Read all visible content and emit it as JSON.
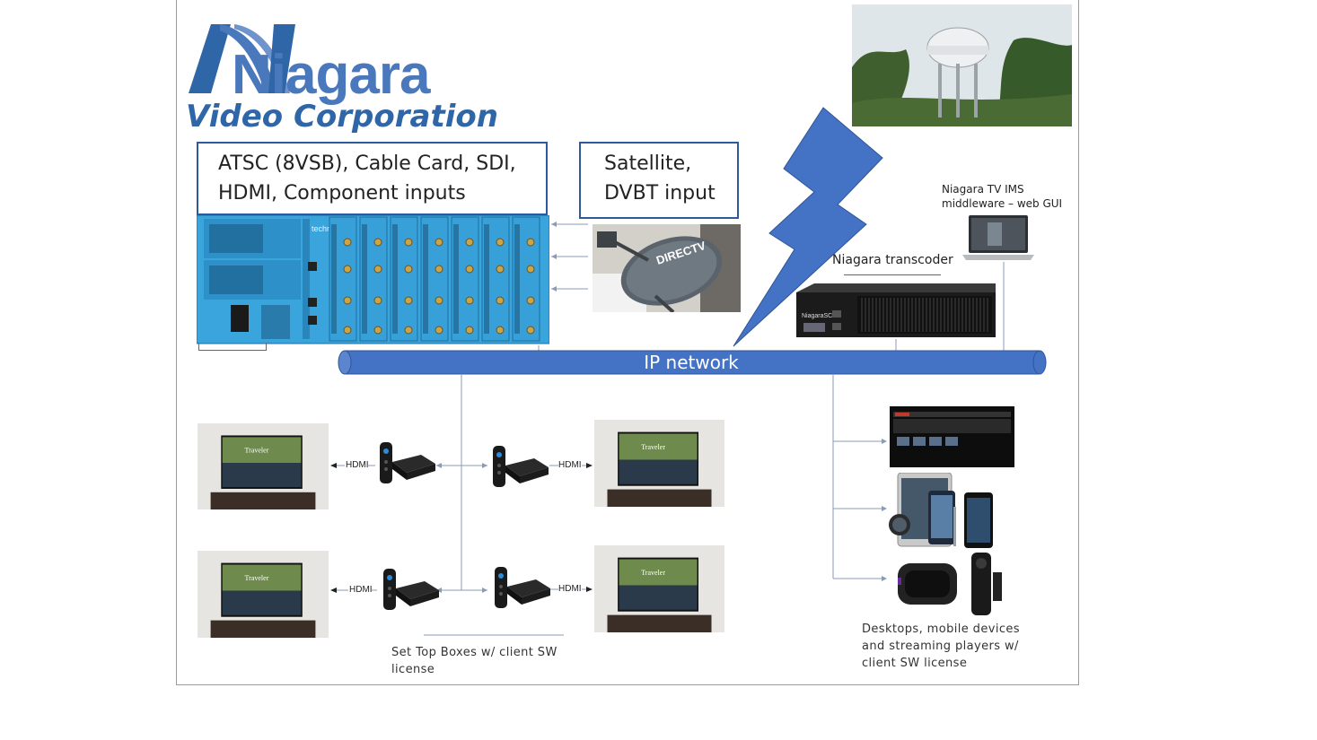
{
  "logo": {
    "brand": "Niagara",
    "subtitle": "Video Corporation"
  },
  "inputs": {
    "terrestrial_line1": "ATSC (8VSB), Cable Card, SDI,",
    "terrestrial_line2": "HDMI, Component inputs",
    "satellite_line1": "Satellite,",
    "satellite_line2": "DVBT input"
  },
  "labels": {
    "middleware_line1": "Niagara TV IMS",
    "middleware_line2": "middleware – web GUI",
    "transcoder": "Niagara transcoder",
    "ip_network": "IP network",
    "hdmi": "HDMI",
    "stb_caption_line1": "Set Top Boxes w/ client SW",
    "stb_caption_line2": "license",
    "devices_caption_line1": "Desktops, mobile devices",
    "devices_caption_line2": "and streaming players w/",
    "devices_caption_line3": "client SW license",
    "dish_brand": "DIRECTV",
    "tv_brand": "Traveler",
    "chassis_brand": "technicolor",
    "transcoder_brand": "NiagaraSCX"
  },
  "colors": {
    "brand_blue": "#4472c4",
    "box_border": "#2f5a9a",
    "chassis_blue": "#3aa4dc",
    "line_gray": "#8a9bb8"
  },
  "icons": [
    "lightning-bolt-icon",
    "satellite-dish-icon",
    "laptop-icon",
    "tv-icon",
    "remote-icon",
    "set-top-box-icon",
    "tablet-icon",
    "phone-icon",
    "smartwatch-icon",
    "streaming-stick-icon"
  ]
}
